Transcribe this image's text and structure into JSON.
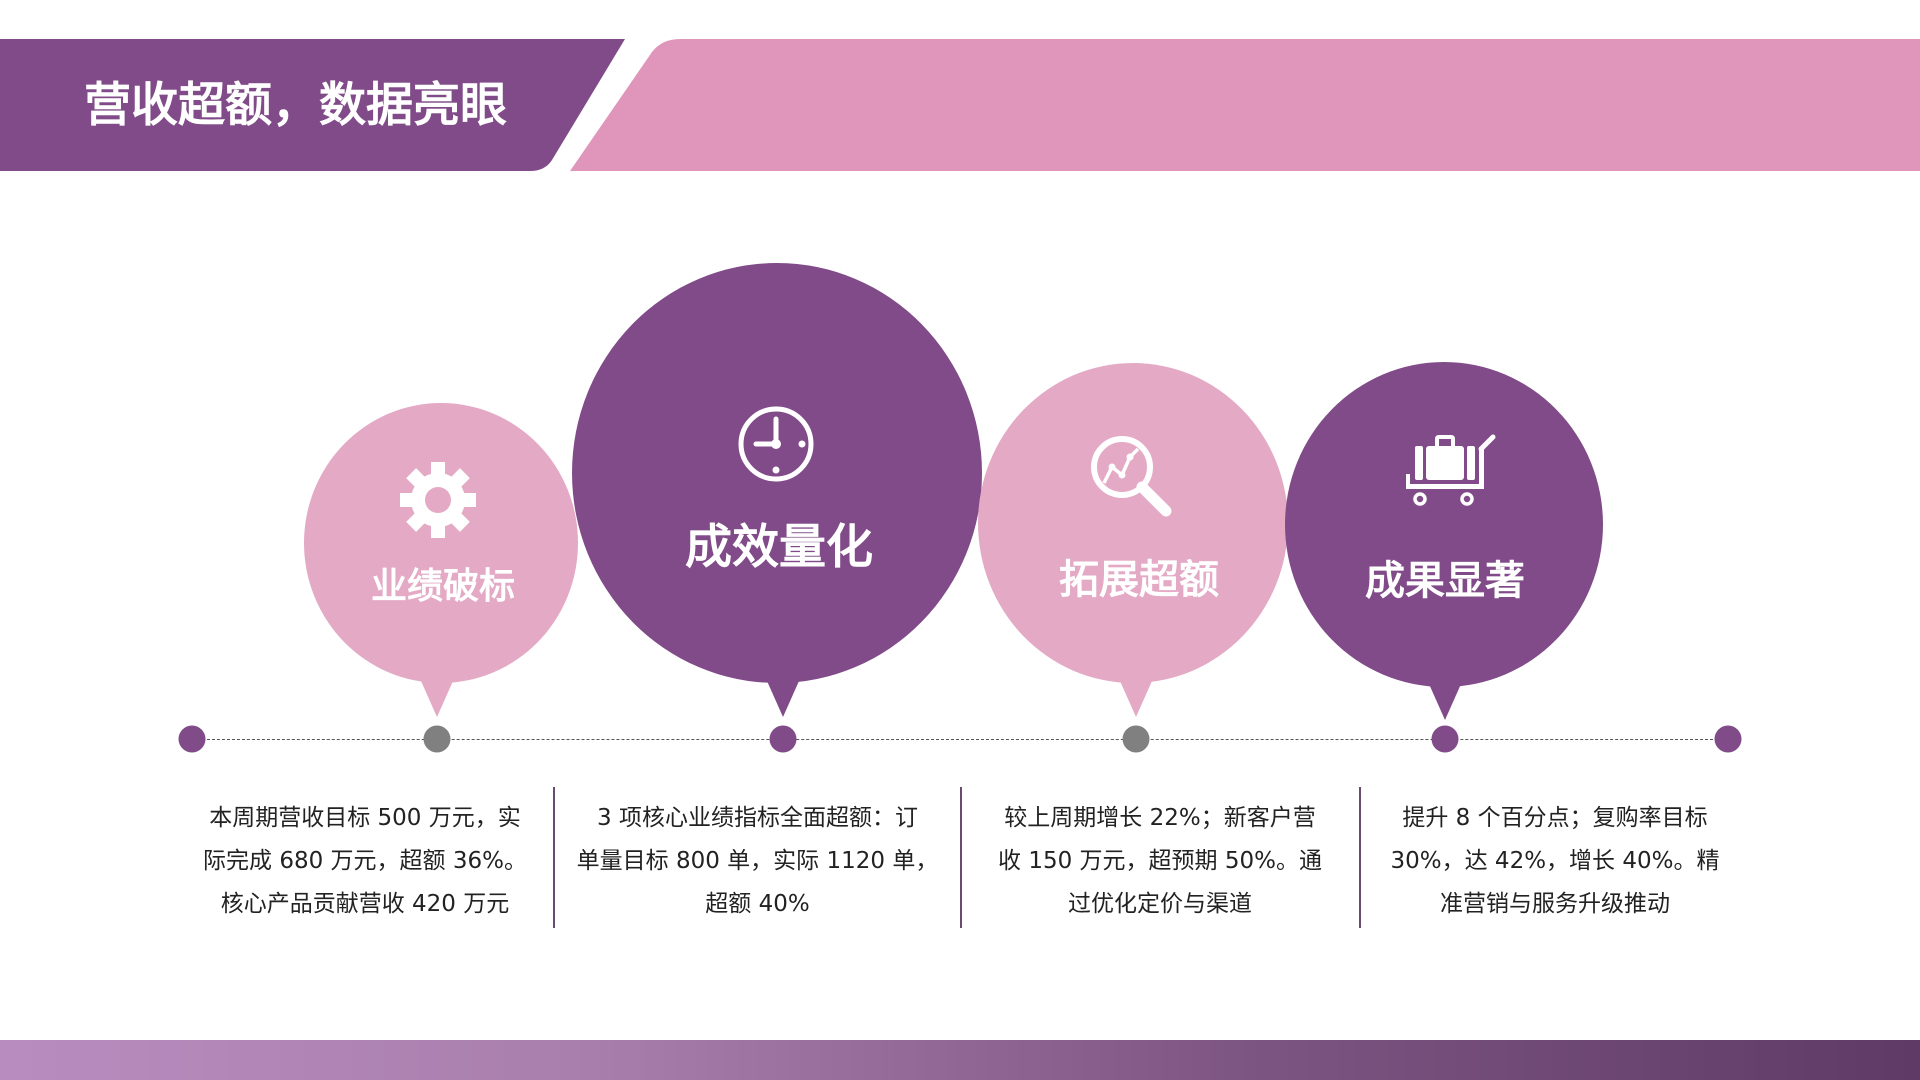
{
  "header": {
    "title": "营收超额，数据亮眼"
  },
  "colors": {
    "primary_purple": "#804b88",
    "light_pink": "#e3a9c5",
    "header_pink": "#df96ba",
    "dot_gray": "#808080",
    "text_dark": "#222222",
    "footer_gradient_start": "#b98cbf",
    "footer_gradient_end": "#5f3a66"
  },
  "bubbles": [
    {
      "label": "业绩破标",
      "icon": "gear-icon",
      "color": "light_pink"
    },
    {
      "label": "成效量化",
      "icon": "clock-icon",
      "color": "primary_purple"
    },
    {
      "label": "拓展超额",
      "icon": "magnifier-chart-icon",
      "color": "light_pink"
    },
    {
      "label": "成果显著",
      "icon": "luggage-cart-icon",
      "color": "primary_purple"
    }
  ],
  "timeline": {
    "dots": [
      "purple",
      "gray",
      "purple",
      "gray",
      "purple",
      "purple"
    ]
  },
  "descriptions": [
    {
      "lines": [
        "本周期营收目标 500 万元，实",
        "际完成 680 万元，超额 36%。",
        "核心产品贡献营收 420 万元"
      ]
    },
    {
      "lines": [
        "3 项核心业绩指标全面超额：订",
        "单量目标 800 单，实际 1120 单，",
        "超额 40%"
      ]
    },
    {
      "lines": [
        "较上周期增长 22%；新客户营",
        "收 150 万元，超预期 50%。通",
        "过优化定价与渠道"
      ]
    },
    {
      "lines": [
        "提升 8 个百分点；复购率目标",
        "30%，达 42%，增长 40%。精",
        "准营销与服务升级推动"
      ]
    }
  ]
}
